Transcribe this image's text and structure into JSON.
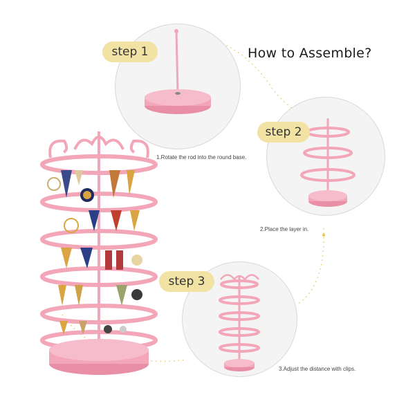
{
  "header": {
    "title": "How to Assemble?"
  },
  "steps": [
    {
      "label": "step 1",
      "caption": "1.Rotate the rod into the round base."
    },
    {
      "label": "step 2",
      "caption": "2.Place the layer in."
    },
    {
      "label": "step 3",
      "caption": "3.Adjust the distance with clips."
    }
  ],
  "colors": {
    "stand_pink": "#f2a6b8",
    "pill": "#f2e3a4",
    "dots": "#e6c95a",
    "circle_bg": "#f4f4f4"
  }
}
